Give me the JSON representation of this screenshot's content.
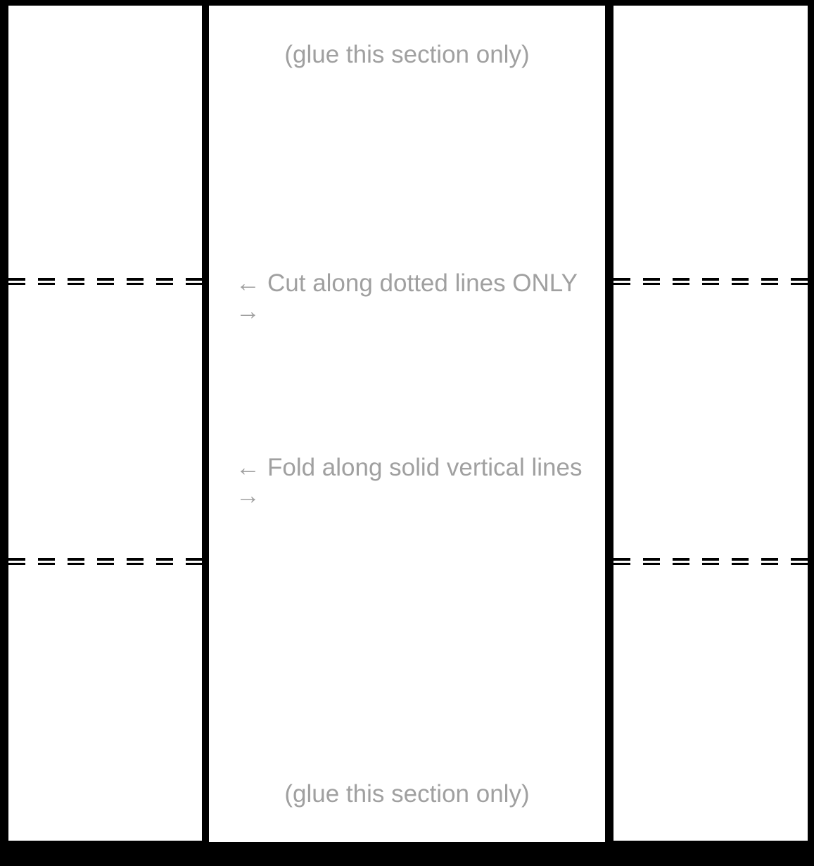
{
  "page": {
    "colors": {
      "background": "#000000",
      "panel": "#ffffff",
      "instruction_text": "#a0a0a0",
      "cut_line": "#000000"
    }
  },
  "center_panel": {
    "glue_note_top": "(glue this section only)",
    "glue_note_bottom": "(glue this section only)",
    "instructions": [
      {
        "arrow_left": "←",
        "label": "Cut along dotted lines ONLY",
        "arrow_right": "→"
      },
      {
        "arrow_left": "←",
        "label": "Fold along solid vertical lines",
        "arrow_right": "→"
      }
    ]
  }
}
